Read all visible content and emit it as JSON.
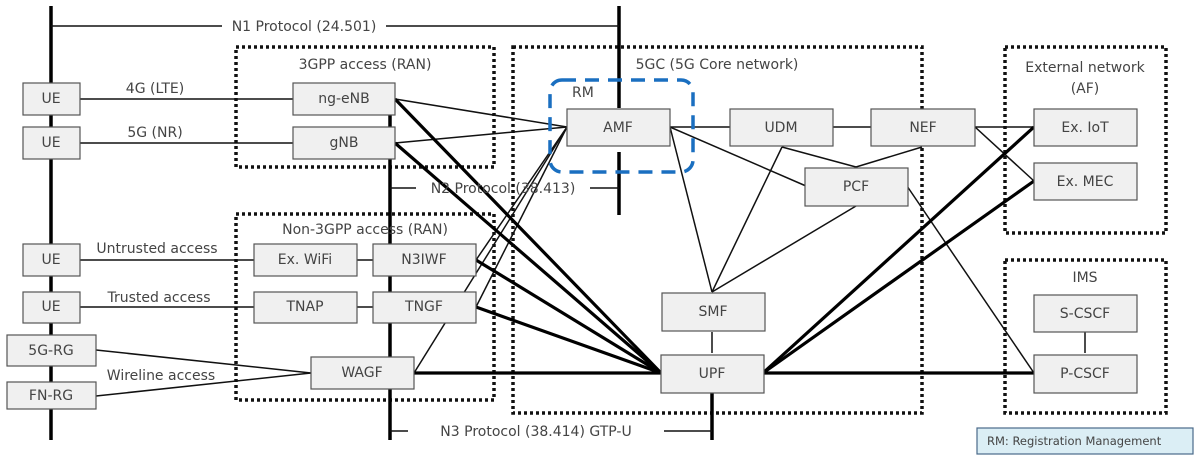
{
  "groups": {
    "ran_3gpp": "3GPP access (RAN)",
    "ran_non3gpp": "Non-3GPP access (RAN)",
    "core": "5GC (5G Core network)",
    "external_line1": "External network",
    "external_line2": "(AF)",
    "ims": "IMS",
    "rm": "RM"
  },
  "protocols": {
    "n1": "N1 Protocol (24.501)",
    "n2": "N2 Protocol (38.413)",
    "n3": "N3 Protocol (38.414) GTP-U"
  },
  "access_labels": {
    "lte": "4G (LTE)",
    "nr": "5G (NR)",
    "untrusted": "Untrusted access",
    "trusted": "Trusted access",
    "wireline": "Wireline access"
  },
  "nodes": {
    "ue1": "UE",
    "ue2": "UE",
    "ue3": "UE",
    "ue4": "UE",
    "rg5g": "5G-RG",
    "fnrg": "FN-RG",
    "ngenb": "ng-eNB",
    "gnb": "gNB",
    "wifi": "Ex. WiFi",
    "n3iwf": "N3IWF",
    "tnap": "TNAP",
    "tngf": "TNGF",
    "wagf": "WAGF",
    "amf": "AMF",
    "udm": "UDM",
    "nef": "NEF",
    "pcf": "PCF",
    "smf": "SMF",
    "upf": "UPF",
    "iot": "Ex. IoT",
    "mec": "Ex. MEC",
    "scscf": "S-CSCF",
    "pcscf": "P-CSCF"
  },
  "legend": {
    "text": "RM: Registration Management"
  }
}
